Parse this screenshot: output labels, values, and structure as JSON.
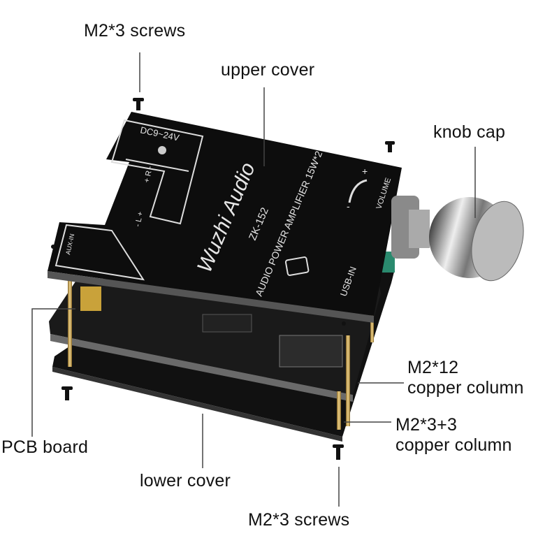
{
  "labels": {
    "top_screws": "M2*3 screws",
    "upper_cover": "upper cover",
    "knob_cap": "knob cap",
    "m2_12_line1": "M2*12",
    "m2_12_line2": "copper column",
    "m2_33_line1": "M2*3+3",
    "m2_33_line2": "copper column",
    "pcb_board": "PCB board",
    "lower_cover": "lower cover",
    "bottom_screws": "M2*3 screws"
  },
  "board_print": {
    "power": "DC9~24V",
    "brand": "Wuzhi Audio",
    "model": "ZK-152",
    "description": "AUDIO POWER AMPLIFIER 15W*2",
    "volume": "VOLUME",
    "usb": "USB-IN",
    "aux": "AUX-IN",
    "right_channel": "+ R -",
    "left_channel": "- L +",
    "plus": "+",
    "minus": "-"
  }
}
